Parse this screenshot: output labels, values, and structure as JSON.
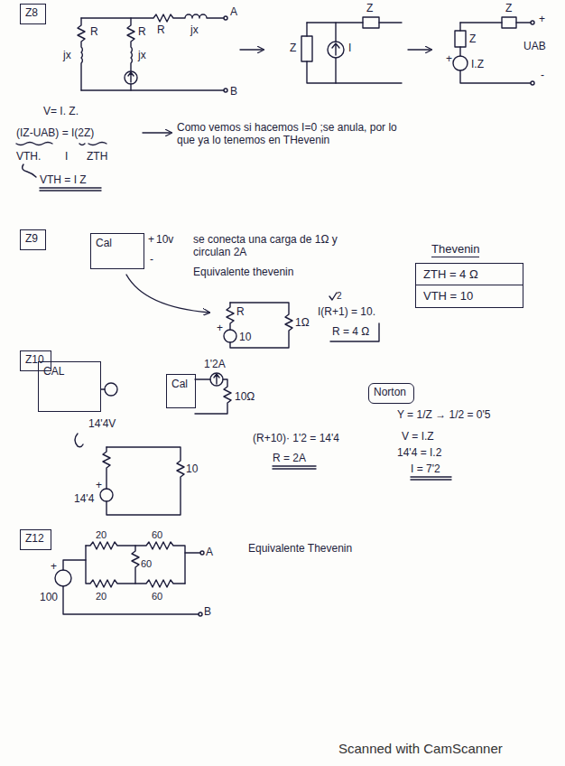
{
  "diagram": {
    "nodes": [
      {
        "text": [
          "Z8"
        ]
      },
      {
        "text": [
          "Z9"
        ]
      },
      {
        "text": [
          "Cal"
        ]
      },
      {
        "text": [
          "Thevenin",
          "ZTH = 4 Ω",
          "VTH = 10"
        ]
      },
      {
        "text": [
          "Z10"
        ]
      },
      {
        "text": [
          "CAL"
        ]
      },
      {
        "text": [
          "Cal"
        ]
      },
      {
        "text": [
          "Norton"
        ]
      },
      {
        "text": [
          "Z12"
        ]
      }
    ],
    "labels": [
      "R",
      "jx",
      "R",
      "jx",
      "R",
      "jx",
      "A",
      "B",
      "Z",
      "I",
      "Z",
      "Z",
      "+",
      "I.Z",
      "Z",
      "+",
      "UAB",
      "-",
      "V= I. Z.",
      "(IZ-UAB) = I(2Z)",
      "VTH.",
      "I",
      "ZTH",
      "VTH = I Z",
      "Como vemos si hacemos I=0 ;se anula, por lo que ya lo tenemos en THevenin",
      "+",
      "10v",
      "-",
      "se conecta una carga de 1Ω y circulan 2A",
      "Equivalente thevenin",
      "R",
      "+",
      "10",
      "1Ω",
      "2",
      "I(R+1) = 10.",
      "R = 4 Ω",
      "14'4V",
      "1'2A",
      "10Ω",
      "+",
      "14'4",
      "10",
      "(R+10)· 1'2 = 14'4",
      "R = 2A",
      "Y = 1/Z → 1/2 = 0'5",
      "V = I.Z",
      "14'4 = I.2",
      "I = 7'2",
      "+",
      "100",
      "20",
      "60",
      "60",
      "20",
      "60",
      "A",
      "B",
      "Equivalente Thevenin",
      "Scanned with CamScanner"
    ]
  }
}
